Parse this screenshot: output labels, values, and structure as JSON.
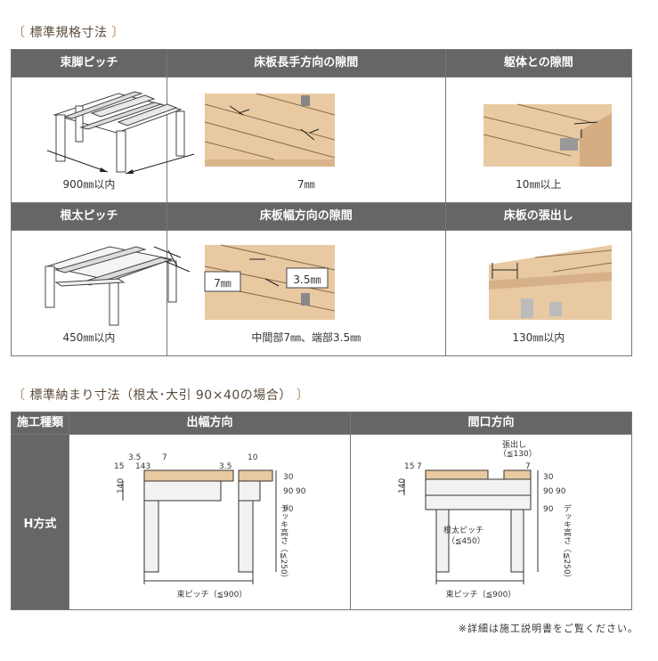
{
  "section1": {
    "title": "標準規格寸法",
    "open": "〔",
    "close": "〕"
  },
  "spec_table": {
    "row1": [
      {
        "header": "束脚ピッチ",
        "caption": "900㎜以内",
        "icon": "frame-post-pitch-icon"
      },
      {
        "header": "床板長手方向の隙間",
        "caption": "7㎜",
        "icon": "deck-board-lengthwise-gap-icon"
      },
      {
        "header": "躯体との隙間",
        "caption": "10㎜以上",
        "icon": "building-gap-icon"
      }
    ],
    "row2": [
      {
        "header": "根太ピッチ",
        "caption": "450㎜以内",
        "icon": "frame-joist-pitch-icon"
      },
      {
        "header": "床板幅方向の隙間",
        "caption": "中間部7㎜、端部3.5㎜",
        "icon": "deck-board-width-gap-icon",
        "label_a": "7㎜",
        "label_b": "3.5㎜"
      },
      {
        "header": "床板の張出し",
        "caption": "130㎜以内",
        "icon": "deck-overhang-icon"
      }
    ]
  },
  "section2": {
    "title": "標準納まり寸法（根太･大引 90×40の場合）",
    "open": "〔",
    "close": "〕"
  },
  "detail_table": {
    "col0_header": "施工種類",
    "col1_header": "出幅方向",
    "col2_header": "間口方向",
    "row_label": "H方式",
    "left": {
      "dims": [
        "3.5",
        "7",
        "15",
        "143",
        "3.5",
        "10",
        "140",
        "30",
        "90",
        "90",
        "90"
      ],
      "height_label": "デッキ高さ（≦250）",
      "pitch_label": "束ピッチ（≦900）"
    },
    "right": {
      "dims": [
        "15",
        "7",
        "7",
        "140",
        "30",
        "90",
        "90",
        "90"
      ],
      "overhang_label": "張出し",
      "overhang_value": "（≦130）",
      "joist_label": "根太ピッチ",
      "joist_value": "（≦450）",
      "height_label": "デッキ高さ（≦250）",
      "pitch_label": "束ピッチ（≦900）"
    }
  },
  "footnote": "※詳細は施工説明書をご覧ください。"
}
